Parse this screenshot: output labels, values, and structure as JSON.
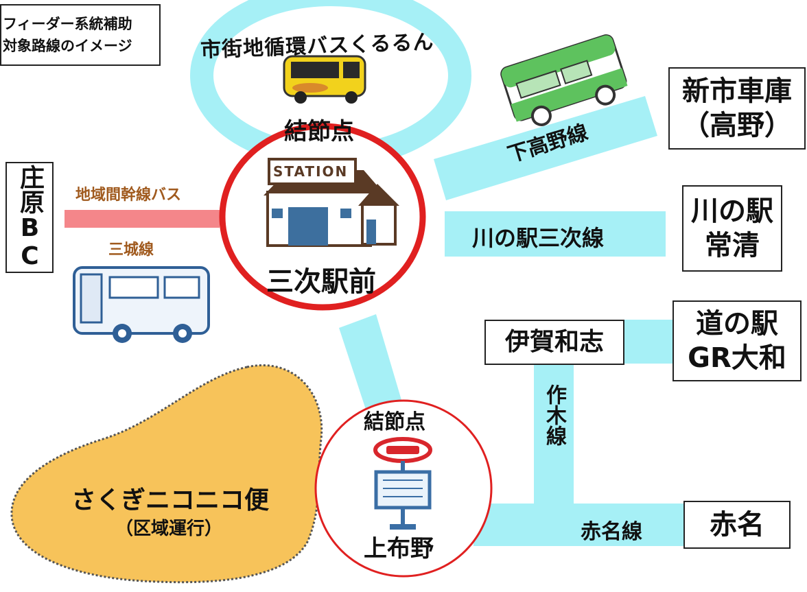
{
  "legend": {
    "line1": "フィーダー系統補助",
    "line2": "対象路線のイメージ"
  },
  "loop": {
    "name": "市街地循環バスくるるん"
  },
  "hub_main": {
    "tag": "結節点",
    "station_sign": "STATION",
    "name": "三次駅前"
  },
  "hub_sub": {
    "tag": "結節点",
    "name": "上布野"
  },
  "routes": {
    "shimotakano": "下高野線",
    "kawanoeki_miyoshi": "川の駅三次線",
    "chiiki_kansen": "地域間幹線バス",
    "mikiwa": "三城線",
    "sakugi": "作木線",
    "akana": "赤名線"
  },
  "destinations": {
    "shinichi": {
      "line1": "新市車庫",
      "line2": "（高野）"
    },
    "kawanoeki": {
      "line1": "川の駅",
      "line2": "常清"
    },
    "shobara": {
      "label": "庄原BC"
    },
    "iga": {
      "label": "伊賀和志"
    },
    "michinoeki": {
      "line1": "道の駅",
      "line2": "GR大和"
    },
    "akana": {
      "label": "赤名"
    }
  },
  "zone": {
    "name": "さくぎニコニコ便",
    "note": "（区域運行）"
  },
  "colors": {
    "route": "#a6f0f6",
    "hub_ring": "#e02020",
    "trunk": "#f4868a",
    "zone": "#f7c35a",
    "label_brown": "#a05a1e"
  }
}
